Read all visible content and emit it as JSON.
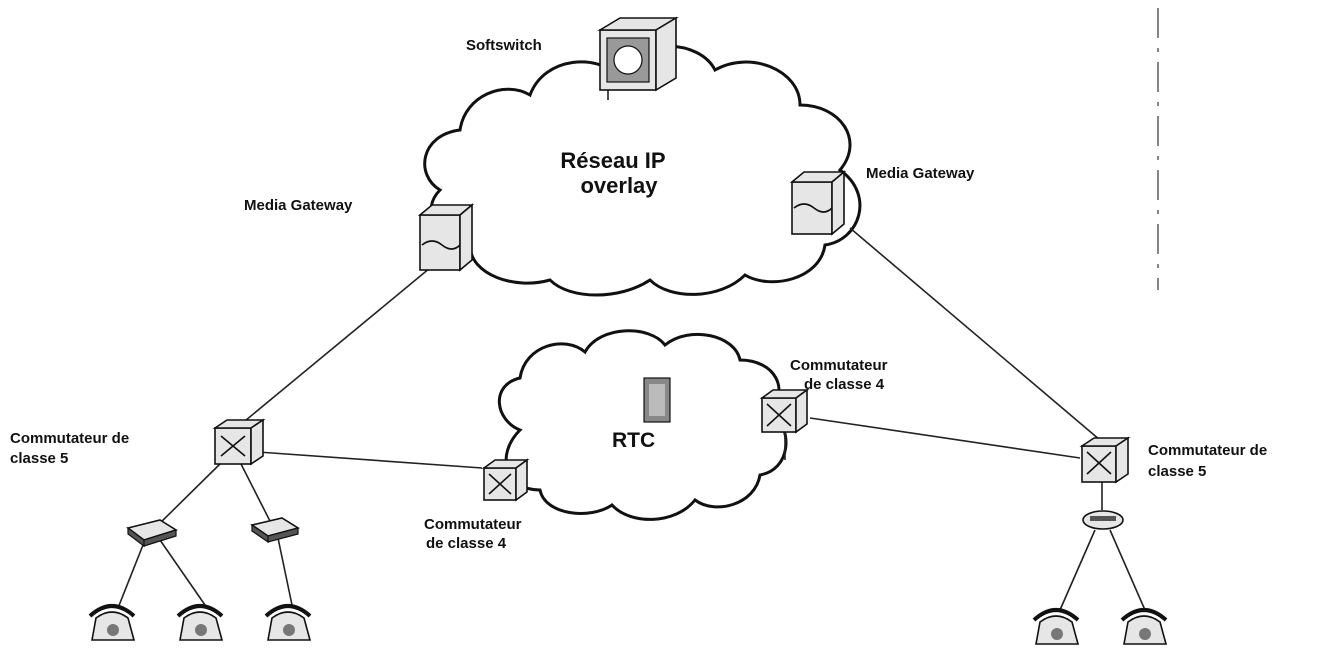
{
  "labels": {
    "softswitch": "Softswitch",
    "ip_cloud_line1": "Réseau IP",
    "ip_cloud_line2": "overlay",
    "mgw_left": "Media Gateway",
    "mgw_right": "Media Gateway",
    "rtc": "RTC",
    "class4_top_line1": "Commutateur",
    "class4_top_line2": "de classe 4",
    "class4_bottom_line1": "Commutateur",
    "class4_bottom_line2": "de classe 4",
    "class5_left_line1": "Commutateur de",
    "class5_left_line2": "classe 5",
    "class5_right_line1": "Commutateur de",
    "class5_right_line2": "classe 5"
  },
  "icons": {
    "softswitch": "server-icon",
    "media_gateway": "gateway-icon",
    "switch": "switch-icon",
    "hub": "hub-icon",
    "phone": "telephone-icon",
    "cloud": "cloud-icon"
  },
  "colors": {
    "line": "#222222",
    "device_fill": "#e6e6e6",
    "background": "#ffffff"
  }
}
